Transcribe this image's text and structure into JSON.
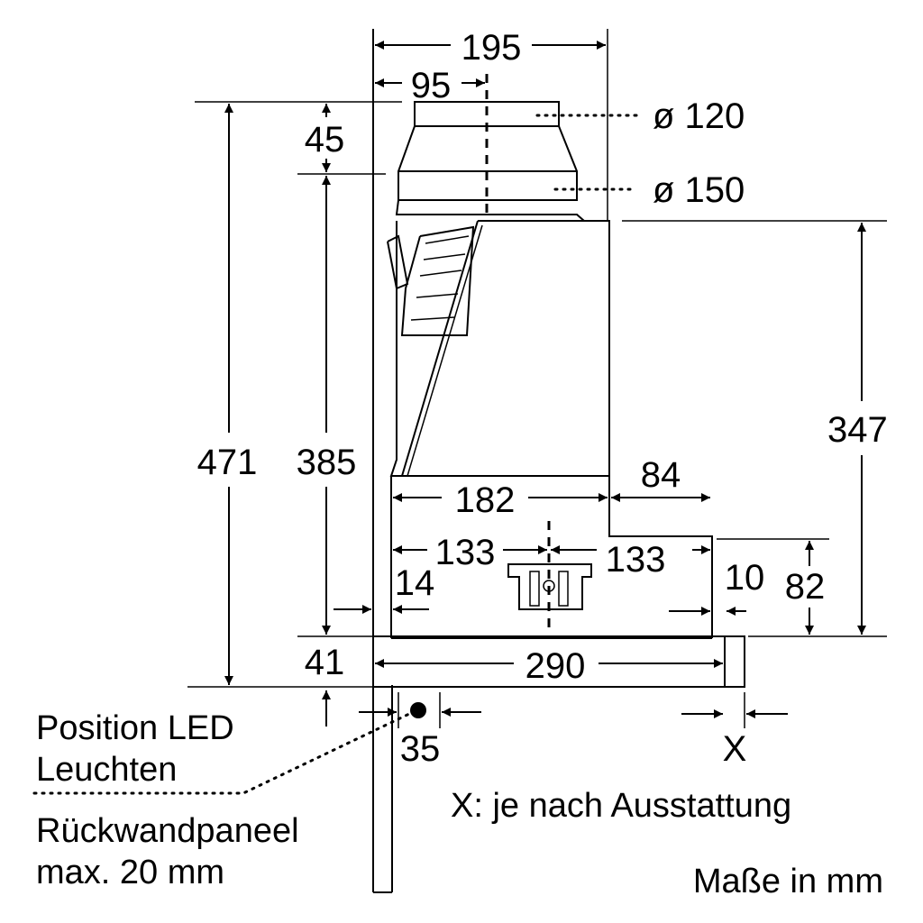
{
  "dimensions": {
    "w195": "195",
    "w95": "95",
    "h45": "45",
    "d120": "ø 120",
    "d150": "ø 150",
    "h471": "471",
    "h385": "385",
    "h347": "347",
    "w182": "182",
    "w84": "84",
    "w133a": "133",
    "w133b": "133",
    "w14": "14",
    "w10": "10",
    "h82": "82",
    "h41": "41",
    "w290": "290",
    "w35": "35",
    "wX": "X"
  },
  "labels": {
    "led_line1": "Position LED",
    "led_line2": "Leuchten",
    "panel_line1": "Rückwandpaneel",
    "panel_line2": "max. 20 mm",
    "note_x": "X: je nach Ausstattung",
    "units": "Maße in mm"
  }
}
